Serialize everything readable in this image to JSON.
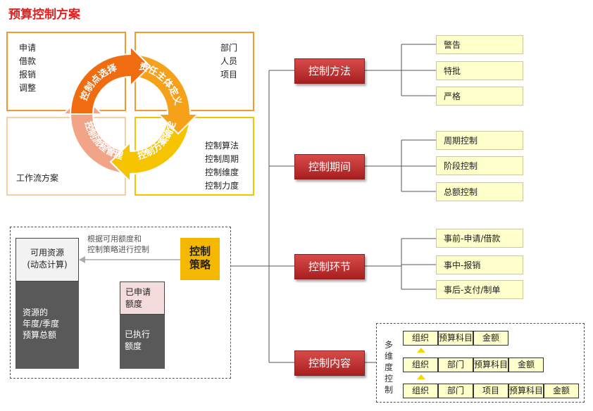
{
  "title": "预算控制方案",
  "quadrants": {
    "top_left": [
      "申请",
      "借款",
      "报销",
      "调整"
    ],
    "top_right": [
      "部门",
      "人员",
      "项目"
    ],
    "bottom_right": [
      "控制算法",
      "控制周期",
      "控制维度",
      "控制力度"
    ],
    "bottom_left": "工作流方案"
  },
  "cycle": {
    "arrow1": "控制点选择",
    "arrow2": "责任主体定义",
    "arrow3": "控制方案确定",
    "arrow4": "控制流程管理",
    "colors": {
      "arrow1": "#ef6d10",
      "arrow2": "#f7a11a",
      "arrow3": "#f6c300",
      "arrow4": "#f2a488"
    }
  },
  "resources": {
    "available": "可用资源\n(动态计算)",
    "total": "资源的\n年度/季度\n预算总额",
    "applied": "已申请\n额度",
    "executed": "已执行\n额度",
    "note": "根据可用额度和\n控制策略进行控制",
    "strategy": "控制\n策略"
  },
  "branches": [
    {
      "label": "控制方法",
      "items": [
        "警告",
        "特批",
        "严格"
      ]
    },
    {
      "label": "控制期间",
      "items": [
        "周期控制",
        "阶段控制",
        "总额控制"
      ]
    },
    {
      "label": "控制环节",
      "items": [
        "事前-申请/借款",
        "事中-报销",
        "事后-支付/制单"
      ]
    },
    {
      "label": "控制内容",
      "items": []
    }
  ],
  "multi_dim": {
    "label": "多维度控制",
    "rows": [
      [
        "组织",
        "预算科目",
        "金额"
      ],
      [
        "组织",
        "部门",
        "预算科目",
        "金额"
      ],
      [
        "组织",
        "部门",
        "项目",
        "预算科目",
        "金额"
      ]
    ]
  }
}
